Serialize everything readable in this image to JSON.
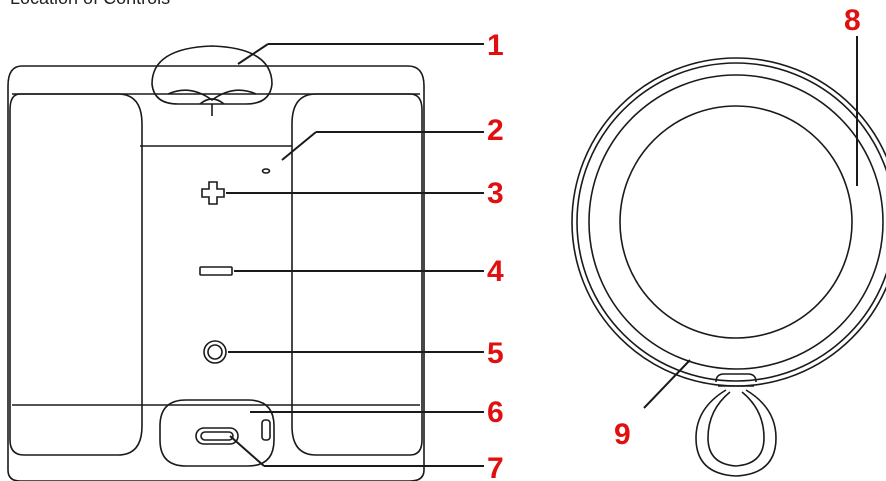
{
  "title": "Location of Controls",
  "accent_color": "#e01010",
  "outline_color": "#1a1a1a",
  "callouts": [
    {
      "label": "1",
      "part": "strap"
    },
    {
      "label": "2",
      "part": "status-led"
    },
    {
      "label": "3",
      "part": "volume-up-button"
    },
    {
      "label": "4",
      "part": "volume-down-button"
    },
    {
      "label": "5",
      "part": "power-button"
    },
    {
      "label": "6",
      "part": "port-cover"
    },
    {
      "label": "7",
      "part": "usb-c-port"
    },
    {
      "label": "8",
      "part": "speaker-grille"
    },
    {
      "label": "9",
      "part": "speaker-rim"
    }
  ]
}
